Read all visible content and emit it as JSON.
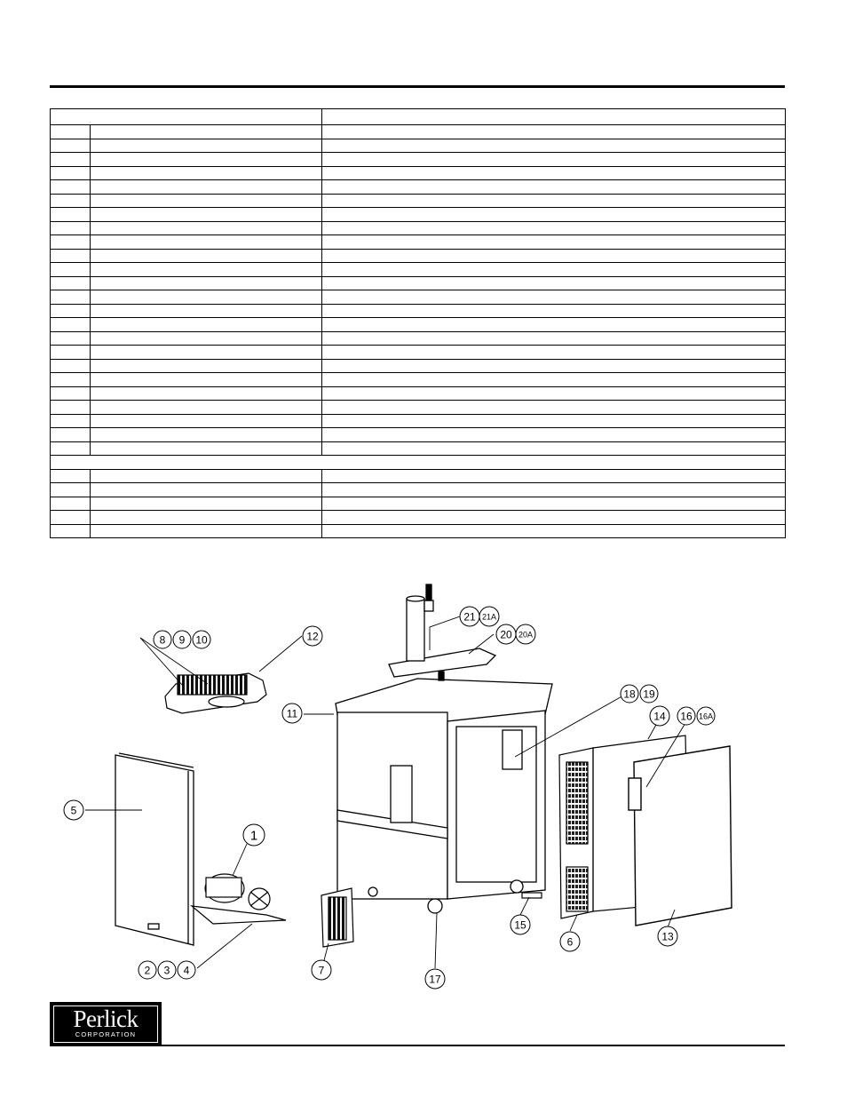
{
  "callouts": {
    "c1": "1",
    "c2": "2",
    "c3": "3",
    "c4": "4",
    "c5": "5",
    "c6": "6",
    "c7": "7",
    "c8": "8",
    "c9": "9",
    "c10": "10",
    "c11": "11",
    "c12": "12",
    "c13": "13",
    "c14": "14",
    "c15": "15",
    "c16": "16",
    "c16a": "16A",
    "c17": "17",
    "c18": "18",
    "c19": "19",
    "c20": "20",
    "c20a": "20A",
    "c21": "21",
    "c21a": "21A"
  },
  "logo": {
    "brand": "Perlick",
    "subtitle": "CORPORATION"
  }
}
